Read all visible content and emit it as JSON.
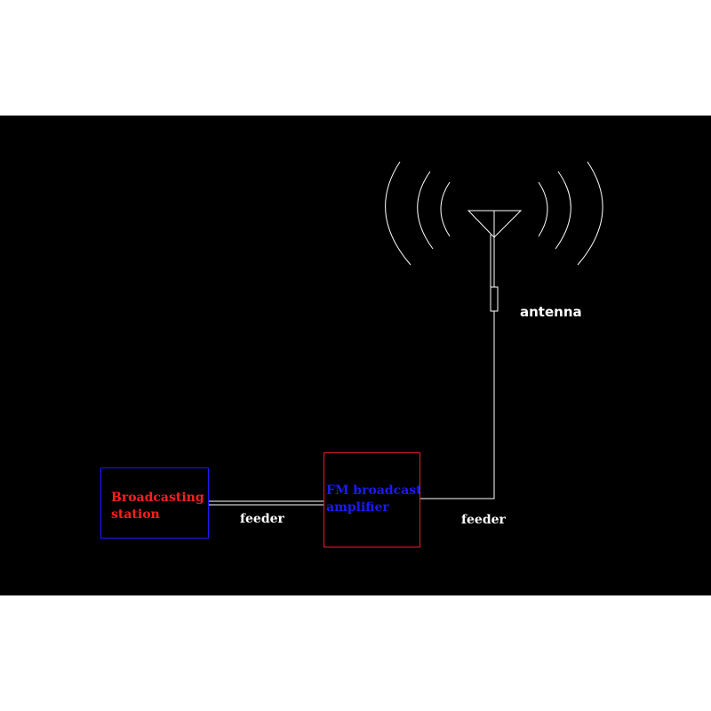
{
  "labels": {
    "broadcasting_station": [
      "Broadcasting",
      "station"
    ],
    "fm_amplifier": [
      "FM broadcast",
      "amplifier"
    ],
    "feeder_left": "feeder",
    "feeder_right": "feeder",
    "antenna": "antenna"
  },
  "colors": {
    "background": "#000000",
    "page": "#ffffff",
    "line": "#ffffff",
    "station_box_border": "#1a1aff",
    "station_text": "#ff2020",
    "amp_box_border": "#e0202a",
    "amp_text": "#1a1aff",
    "label_text": "#ffffff"
  }
}
